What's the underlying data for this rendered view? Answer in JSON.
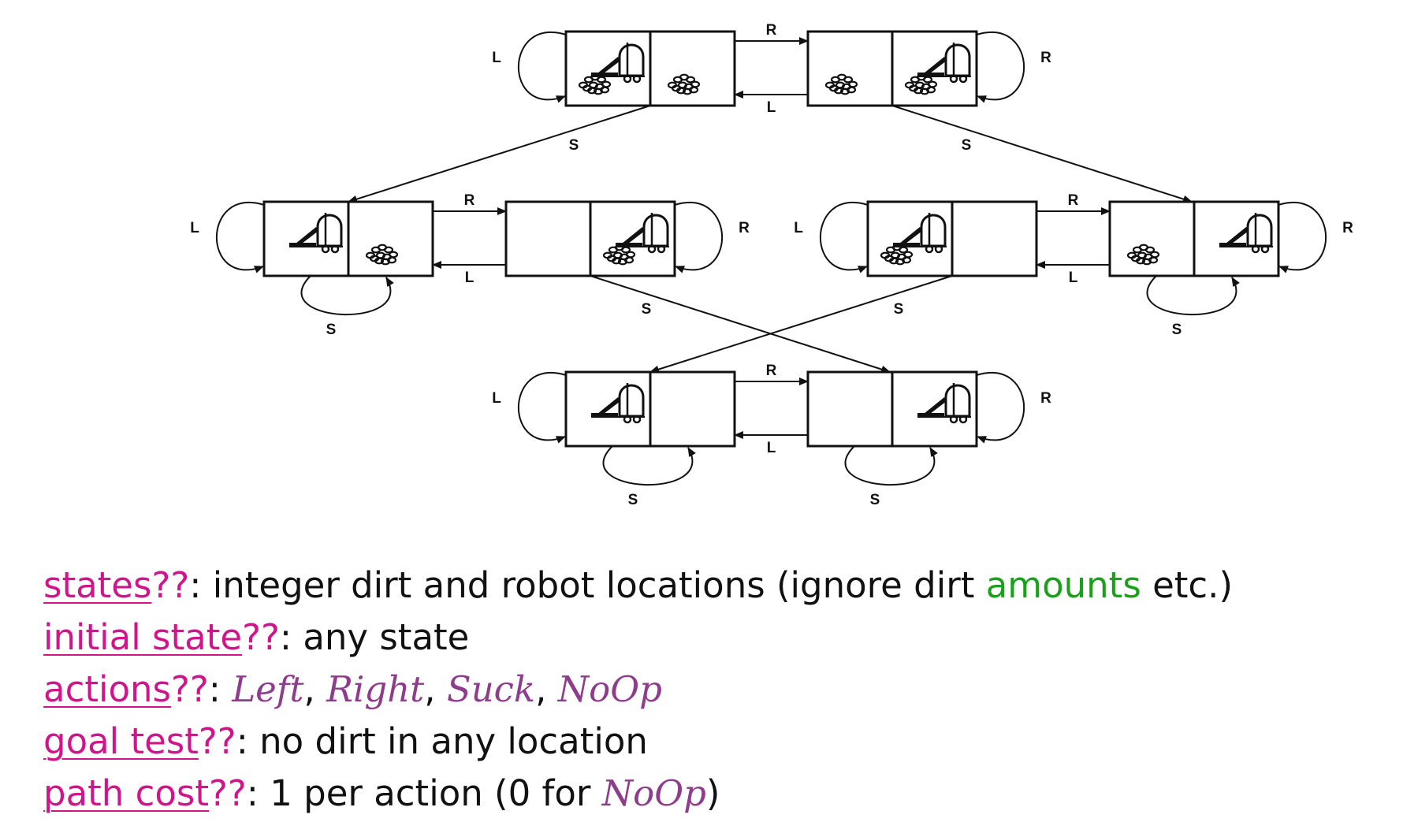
{
  "diagram": {
    "edge_labels": {
      "left": "L",
      "right": "R",
      "suck": "S"
    }
  },
  "lines": [
    {
      "key": "states",
      "qq": "??",
      "colon": ":",
      "before": " integer dirt and robot locations (ignore dirt ",
      "highlight": "amounts",
      "after": " etc.)"
    },
    {
      "key": "initial state",
      "qq": "??",
      "colon": ":",
      "text": " any state"
    },
    {
      "key": "actions",
      "qq": "??",
      "colon": ":",
      "actions": [
        "Left",
        "Right",
        "Suck",
        "NoOp"
      ],
      "sep": ", "
    },
    {
      "key": "goal test",
      "qq": "??",
      "colon": ":",
      "text": " no dirt in any location"
    },
    {
      "key": "path cost",
      "qq": "??",
      "colon": ":",
      "before": " 1 per action (0 for ",
      "action": "NoOp",
      "after": ")"
    }
  ],
  "colors": {
    "key": "#d0158b",
    "highlight": "#1aa01a",
    "action": "#8e3c8c"
  }
}
